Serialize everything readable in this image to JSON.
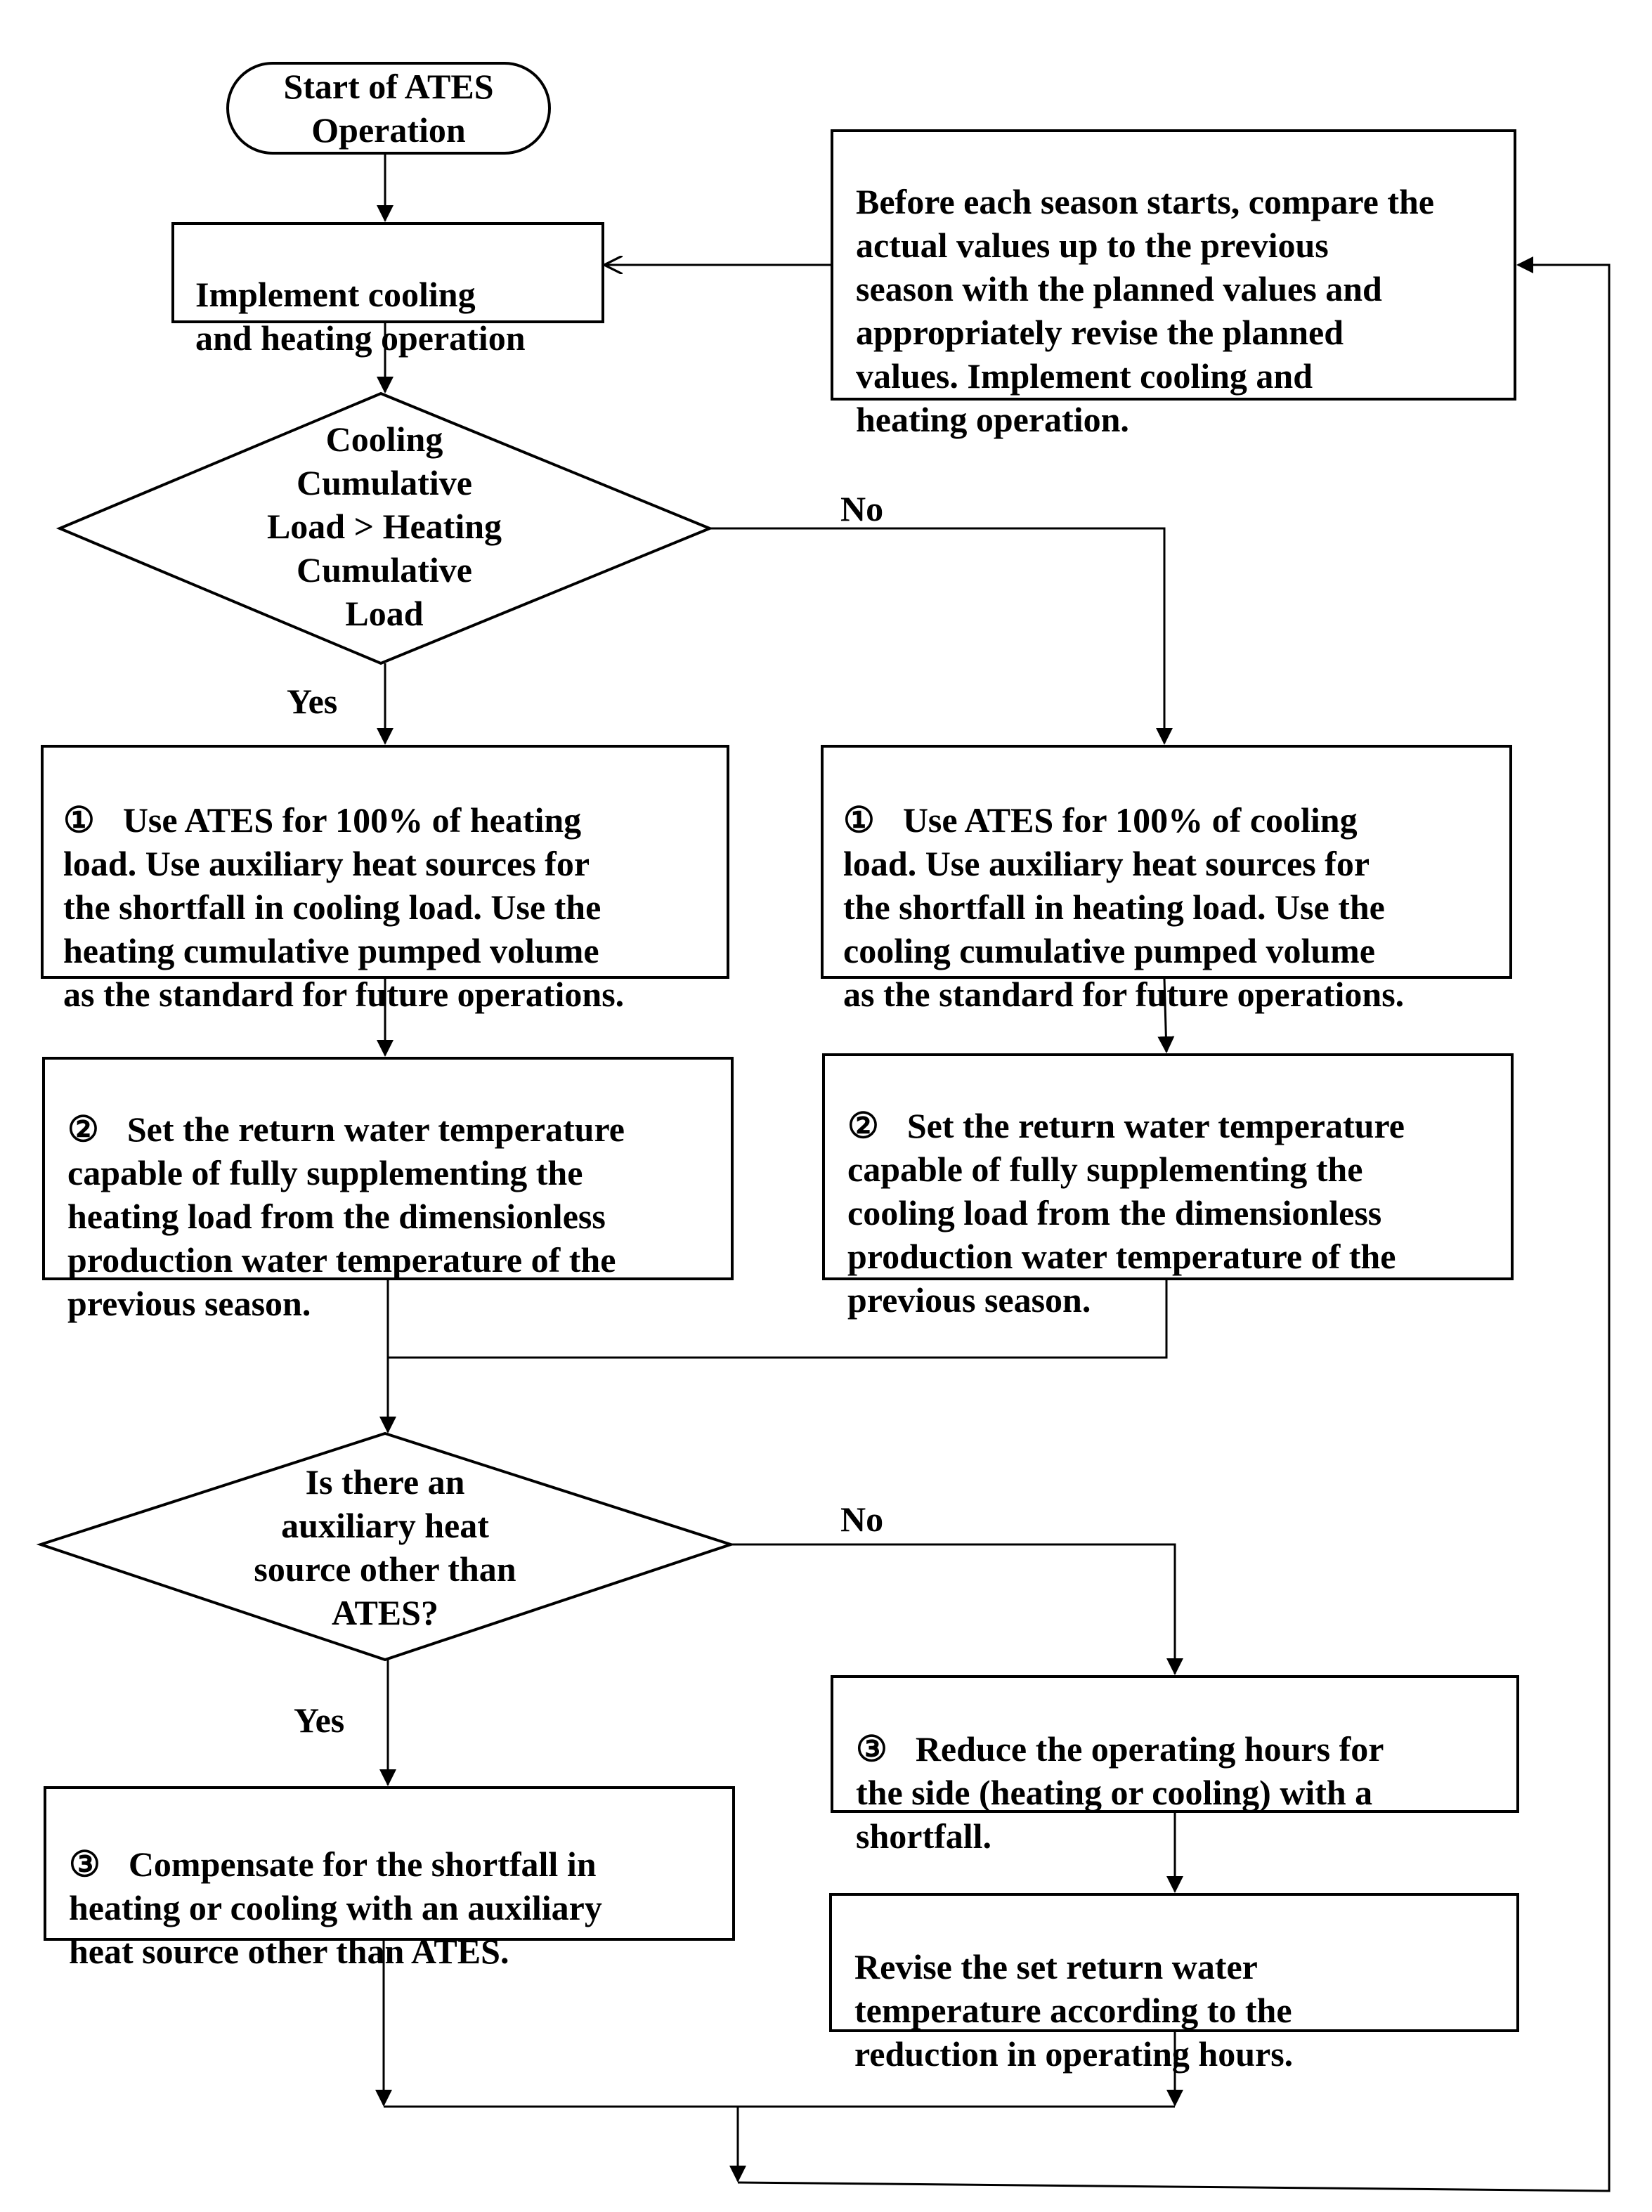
{
  "start": {
    "label": "Start of ATES\nOperation"
  },
  "implement": {
    "label": "Implement cooling\nand heating operation"
  },
  "revise_note": {
    "label": "Before each season starts, compare the\nactual values up to the previous\nseason with the planned values and\nappropriately revise the planned\nvalues. Implement cooling and\nheating operation."
  },
  "decision1": {
    "label": "Cooling\nCumulative\nLoad > Heating\nCumulative\nLoad",
    "yes": "Yes",
    "no": "No"
  },
  "left_step1": {
    "marker": "①",
    "label": "Use ATES for 100% of heating\nload. Use auxiliary heat sources for\nthe shortfall in cooling load. Use the\nheating cumulative pumped volume\nas the standard for future operations."
  },
  "right_step1": {
    "marker": "①",
    "label": "Use ATES for 100% of cooling\nload. Use auxiliary heat sources for\nthe shortfall in heating load. Use the\ncooling cumulative pumped volume\nas the standard for future operations."
  },
  "left_step2": {
    "marker": "②",
    "label": "Set the return water temperature\ncapable of fully supplementing the\nheating load from the dimensionless\nproduction water temperature of the\nprevious season."
  },
  "right_step2": {
    "marker": "②",
    "label": "Set the return water temperature\ncapable of fully supplementing the\ncooling load from the dimensionless\nproduction water temperature of the\nprevious season."
  },
  "decision2": {
    "label": "Is there an\nauxiliary heat\nsource other than\nATES?",
    "yes": "Yes",
    "no": "No"
  },
  "left_step3": {
    "marker": "③",
    "label": "Compensate for the shortfall in\nheating or cooling with an auxiliary\nheat source other than ATES."
  },
  "right_step3": {
    "marker": "③",
    "label": "Reduce the operating hours for\nthe side (heating or cooling) with a\nshortfall."
  },
  "revise_temp": {
    "label": "Revise the set return water\ntemperature according to the\nreduction in operating hours."
  }
}
